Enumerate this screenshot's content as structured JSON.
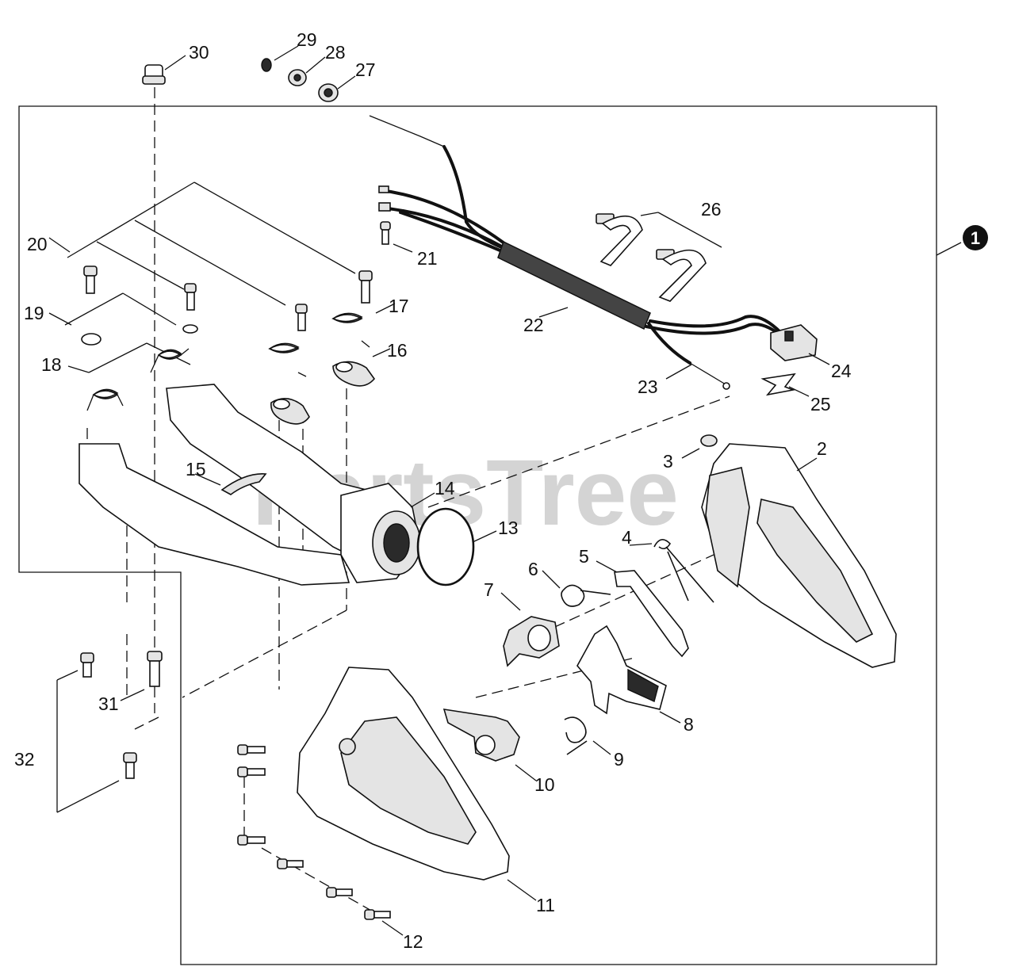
{
  "watermark": "PartsTree",
  "assembly_marker": "1",
  "labels": [
    {
      "id": "p2",
      "text": "2"
    },
    {
      "id": "p3",
      "text": "3"
    },
    {
      "id": "p4",
      "text": "4"
    },
    {
      "id": "p5",
      "text": "5"
    },
    {
      "id": "p6",
      "text": "6"
    },
    {
      "id": "p7",
      "text": "7"
    },
    {
      "id": "p8",
      "text": "8"
    },
    {
      "id": "p9",
      "text": "9"
    },
    {
      "id": "p10",
      "text": "10"
    },
    {
      "id": "p11",
      "text": "11"
    },
    {
      "id": "p12",
      "text": "12"
    },
    {
      "id": "p13",
      "text": "13"
    },
    {
      "id": "p14",
      "text": "14"
    },
    {
      "id": "p15",
      "text": "15"
    },
    {
      "id": "p16",
      "text": "16"
    },
    {
      "id": "p17",
      "text": "17"
    },
    {
      "id": "p18",
      "text": "18"
    },
    {
      "id": "p19",
      "text": "19"
    },
    {
      "id": "p20",
      "text": "20"
    },
    {
      "id": "p21",
      "text": "21"
    },
    {
      "id": "p22",
      "text": "22"
    },
    {
      "id": "p23",
      "text": "23"
    },
    {
      "id": "p24",
      "text": "24"
    },
    {
      "id": "p25",
      "text": "25"
    },
    {
      "id": "p26",
      "text": "26"
    },
    {
      "id": "p27",
      "text": "27"
    },
    {
      "id": "p28",
      "text": "28"
    },
    {
      "id": "p29",
      "text": "29"
    },
    {
      "id": "p30",
      "text": "30"
    },
    {
      "id": "p31",
      "text": "31"
    },
    {
      "id": "p32",
      "text": "32"
    }
  ]
}
